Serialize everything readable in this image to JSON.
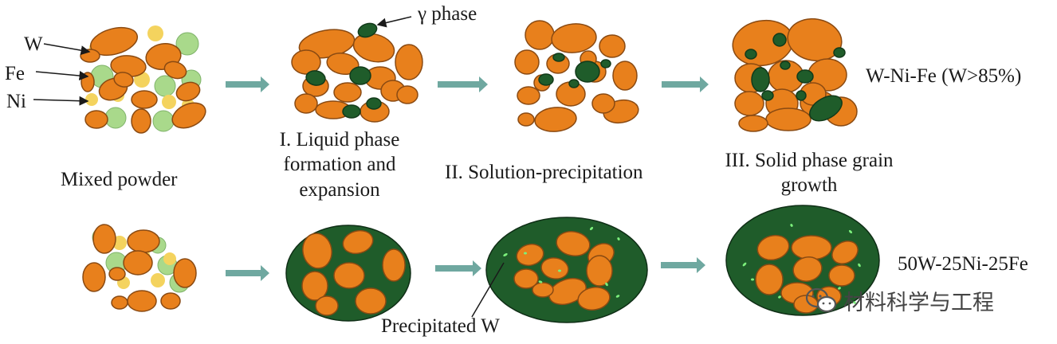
{
  "labels": {
    "w": "W",
    "fe": "Fe",
    "ni": "Ni",
    "gamma_phase": "γ phase",
    "mixed_powder": "Mixed powder",
    "stage1": [
      "I.  Liquid phase",
      "formation and",
      "expansion"
    ],
    "stage2": "II. Solution-precipitation",
    "stage3": [
      "III. Solid phase grain",
      "growth"
    ],
    "alloy_high": "W-Ni-Fe (W>85%)",
    "alloy_low": "50W-25Ni-25Fe",
    "precipitated_w": "Precipitated W"
  },
  "watermark": "材料科学与工程",
  "colors": {
    "tungsten": "#e8801c",
    "tungsten_edge": "#8a4a12",
    "nickel": "#a9d98b",
    "iron": "#f4d35e",
    "gamma": "#1f5c2a",
    "precipitate": "#7cf07c",
    "arrow": "#6fa8a0"
  }
}
